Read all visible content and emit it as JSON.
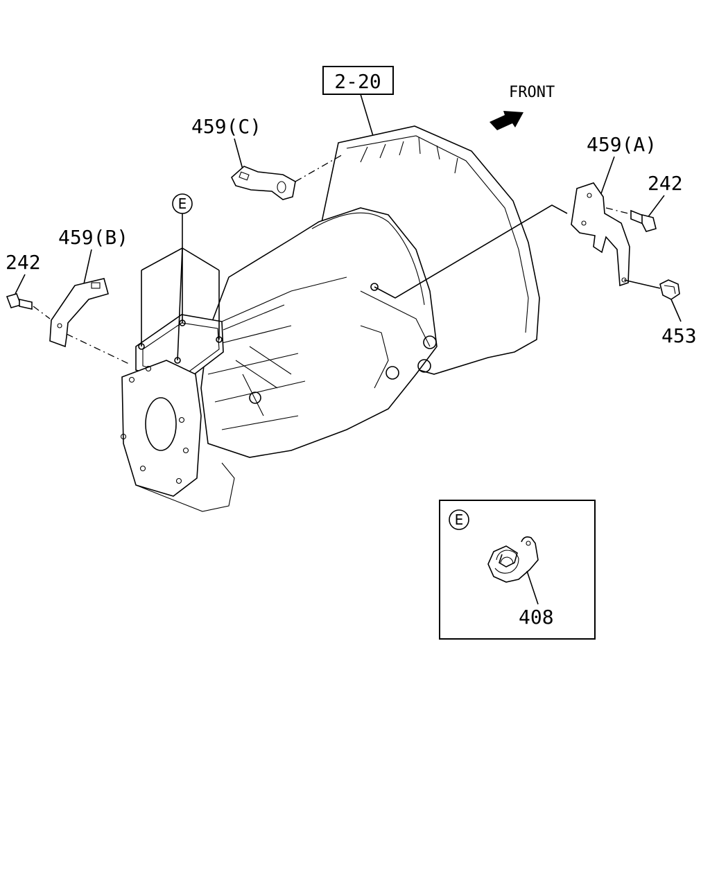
{
  "labels": {
    "ref_box": "2-20",
    "front": "FRONT",
    "part_459c": "459(C)",
    "part_459a": "459(A)",
    "part_459b": "459(B)",
    "part_242_left": "242",
    "part_242_right": "242",
    "part_453": "453",
    "part_408": "408",
    "callout_e_main": "E",
    "callout_e_detail": "E"
  }
}
